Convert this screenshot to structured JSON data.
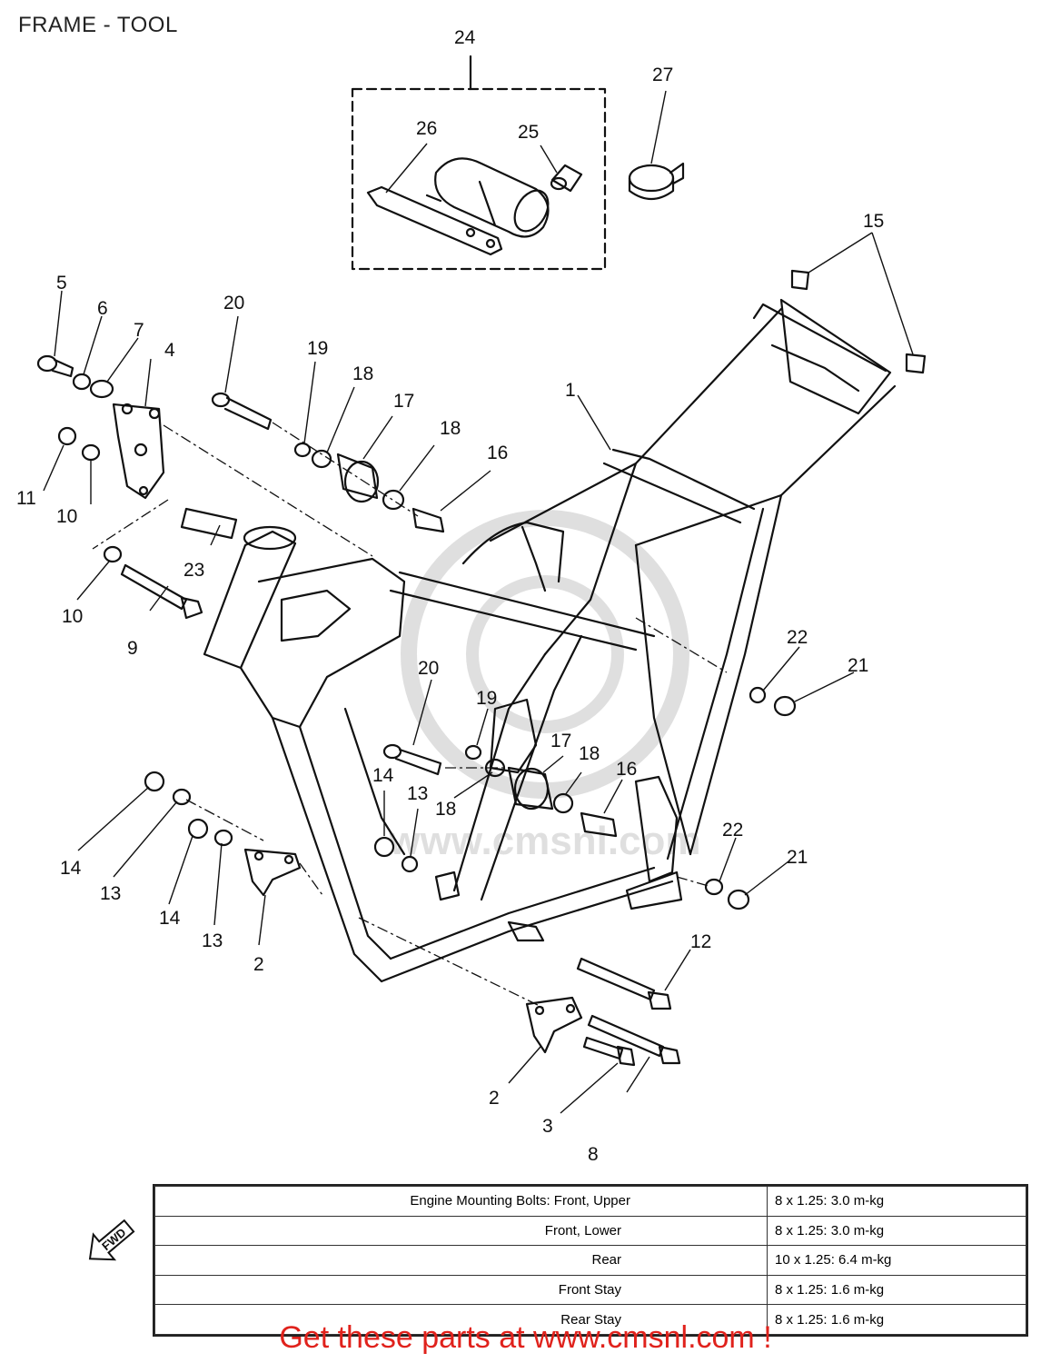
{
  "title": "FRAME - TOOL",
  "callouts": [
    {
      "id": "c1",
      "text": "1"
    },
    {
      "id": "c2a",
      "text": "2"
    },
    {
      "id": "c2b",
      "text": "2"
    },
    {
      "id": "c3",
      "text": "3"
    },
    {
      "id": "c4",
      "text": "4"
    },
    {
      "id": "c5",
      "text": "5"
    },
    {
      "id": "c6",
      "text": "6"
    },
    {
      "id": "c7",
      "text": "7"
    },
    {
      "id": "c8",
      "text": "8"
    },
    {
      "id": "c9",
      "text": "9"
    },
    {
      "id": "c10a",
      "text": "10"
    },
    {
      "id": "c10b",
      "text": "10"
    },
    {
      "id": "c11",
      "text": "11"
    },
    {
      "id": "c12",
      "text": "12"
    },
    {
      "id": "c13a",
      "text": "13"
    },
    {
      "id": "c13b",
      "text": "13"
    },
    {
      "id": "c13c",
      "text": "13"
    },
    {
      "id": "c14a",
      "text": "14"
    },
    {
      "id": "c14b",
      "text": "14"
    },
    {
      "id": "c14c",
      "text": "14"
    },
    {
      "id": "c15",
      "text": "15"
    },
    {
      "id": "c16a",
      "text": "16"
    },
    {
      "id": "c16b",
      "text": "16"
    },
    {
      "id": "c17a",
      "text": "17"
    },
    {
      "id": "c17b",
      "text": "17"
    },
    {
      "id": "c18a",
      "text": "18"
    },
    {
      "id": "c18b",
      "text": "18"
    },
    {
      "id": "c18c",
      "text": "18"
    },
    {
      "id": "c18d",
      "text": "18"
    },
    {
      "id": "c19a",
      "text": "19"
    },
    {
      "id": "c19b",
      "text": "19"
    },
    {
      "id": "c20a",
      "text": "20"
    },
    {
      "id": "c20b",
      "text": "20"
    },
    {
      "id": "c21a",
      "text": "21"
    },
    {
      "id": "c21b",
      "text": "21"
    },
    {
      "id": "c22a",
      "text": "22"
    },
    {
      "id": "c22b",
      "text": "22"
    },
    {
      "id": "c23",
      "text": "23"
    },
    {
      "id": "c24",
      "text": "24"
    },
    {
      "id": "c25",
      "text": "25"
    },
    {
      "id": "c26",
      "text": "26"
    },
    {
      "id": "c27",
      "text": "27"
    }
  ],
  "torque_table": {
    "rows": [
      {
        "description": "Engine Mounting Bolts: Front, Upper",
        "spec": "8 x 1.25: 3.0 m-kg"
      },
      {
        "description": "Front, Lower",
        "spec": "8 x 1.25: 3.0 m-kg"
      },
      {
        "description": "Rear",
        "spec": "10 x 1.25: 6.4 m-kg"
      },
      {
        "description": "Front Stay",
        "spec": "8 x 1.25: 1.6 m-kg"
      },
      {
        "description": "Rear Stay",
        "spec": "8 x 1.25: 1.6 m-kg"
      }
    ]
  },
  "fwd_label": "FWD",
  "promo_text": "Get these parts at www.cmsnl.com !",
  "watermark_text": "www.cmsnl.com",
  "colors": {
    "promo": "#e0221c",
    "line": "#111111"
  }
}
